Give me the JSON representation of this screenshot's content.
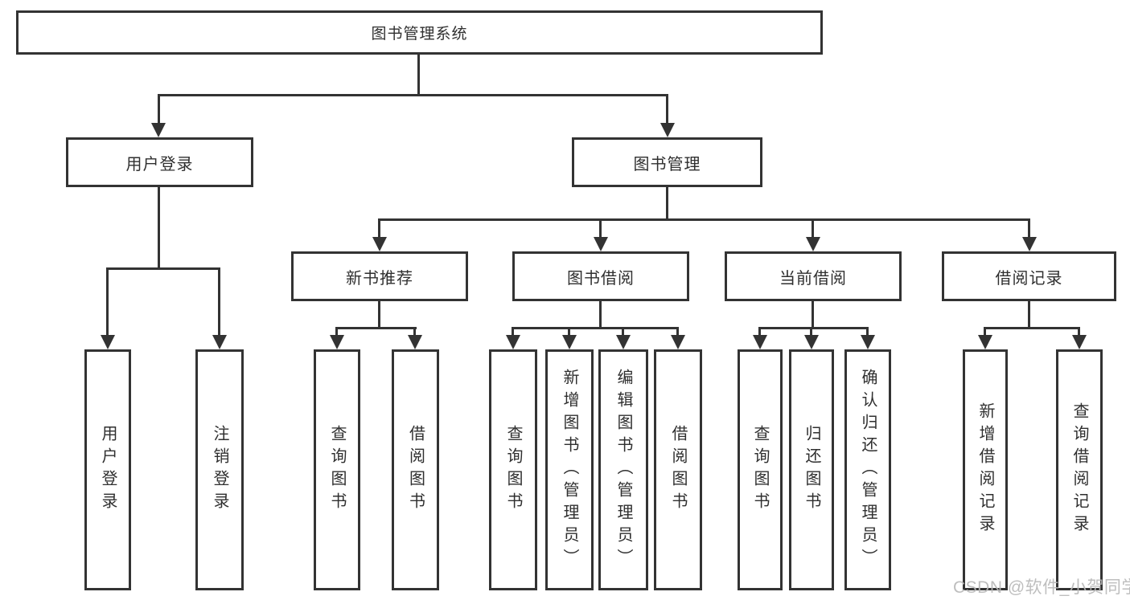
{
  "diagram": {
    "title": "图书管理系统",
    "level2": {
      "user_login": "用户登录",
      "book_management": "图书管理"
    },
    "level3": {
      "new_book_recommend": "新书推荐",
      "book_borrow": "图书借阅",
      "current_borrow": "当前借阅",
      "borrow_records": "借阅记录"
    },
    "leaves": {
      "user_login": [
        "用户登录",
        "注销登录"
      ],
      "new_book_recommend": [
        "查询图书",
        "借阅图书"
      ],
      "book_borrow": [
        "查询图书",
        "新增图书（管理员）",
        "编辑图书（管理员）",
        "借阅图书"
      ],
      "current_borrow": [
        "查询图书",
        "归还图书",
        "确认归还（管理员）"
      ],
      "borrow_records": [
        "新增借阅记录",
        "查询借阅记录"
      ]
    },
    "watermark": "CSDN @软件_小贺同学",
    "colors": {
      "line": "#333333",
      "text": "#2f2f2f",
      "watermark": "#b9b9b9",
      "background": "#ffffff"
    }
  }
}
